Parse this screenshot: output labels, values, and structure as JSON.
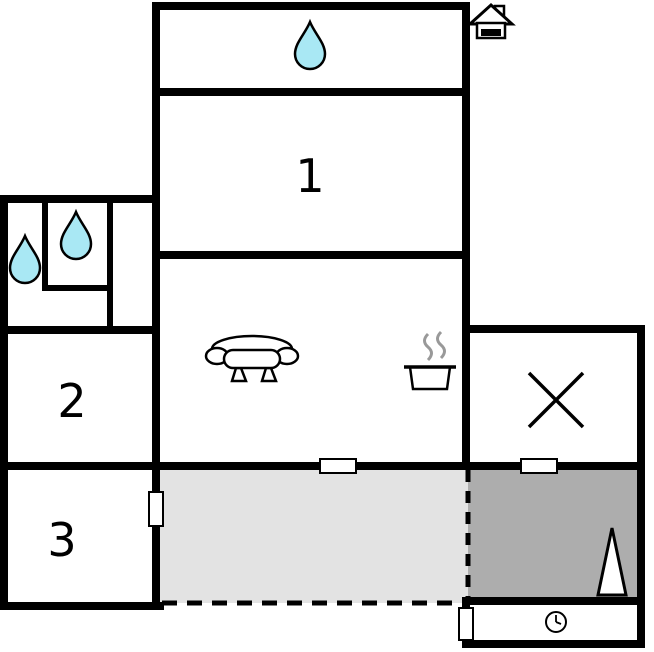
{
  "app": {
    "type": "vacation-home-floor-plan"
  },
  "rooms": {
    "room1": {
      "label": "1"
    },
    "room2": {
      "label": "2"
    },
    "room3": {
      "label": "3"
    }
  },
  "colors": {
    "wall": "#000000",
    "water_drop": "#a9e8f4",
    "terrace_light": "#e3e3e3",
    "terrace_dark": "#adadad",
    "steam": "#999999",
    "icon_fill": "#ffffff"
  },
  "icons": {
    "entrance_marker": "house-icon",
    "top_bathroom": "water-drop-icon",
    "left_bathroom": "water-drop-icon",
    "shower_cabin": "water-drop-icon",
    "living_room_sofa": "sofa-icon",
    "kitchen": "cooking-pot-icon",
    "storage_room": "crossed-lines-icon",
    "terrace_tree": "tree-icon",
    "annex_clock": "clock-icon"
  }
}
